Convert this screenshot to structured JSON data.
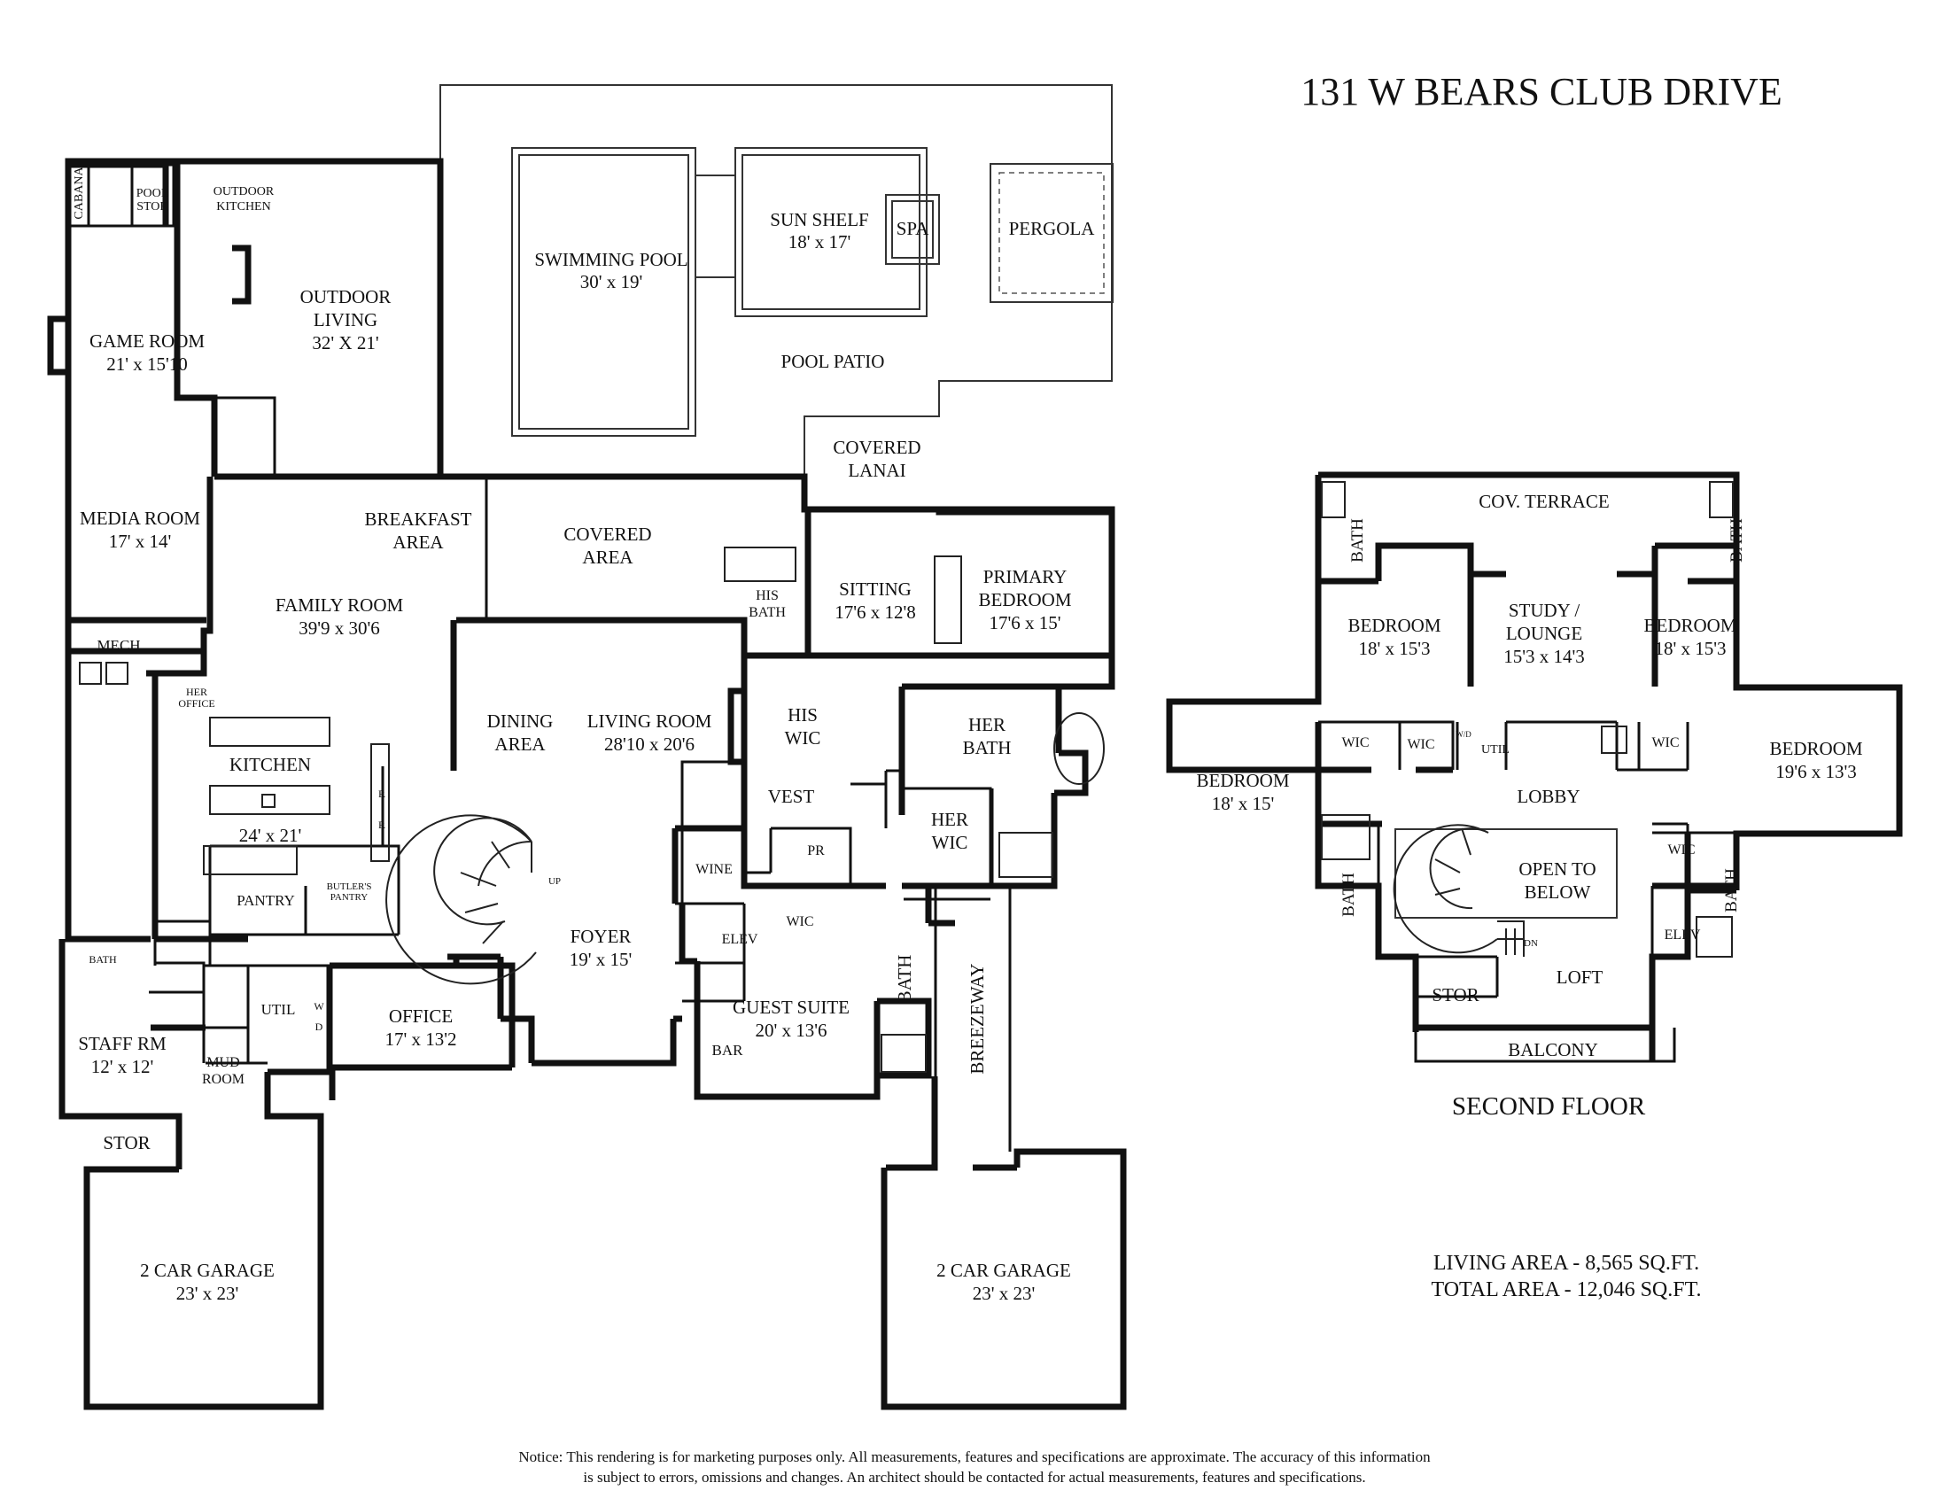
{
  "title": "131 W BEARS CLUB DRIVE",
  "second_floor_label": "SECOND FLOOR",
  "areas": {
    "living": "LIVING AREA - 8,565 SQ.FT.",
    "total": "TOTAL AREA - 12,046 SQ.FT."
  },
  "notice": {
    "line1": "Notice: This rendering is for marketing purposes only. All measurements, features and specifications are approximate. The accuracy of this information",
    "line2": "is subject to errors, omissions and changes. An architect should be contacted for actual measurements, features and specifications."
  },
  "first_floor": {
    "cabana": "CABANA",
    "pool_stor": [
      "POOL",
      "STOR"
    ],
    "outdoor_kitchen": [
      "OUTDOOR",
      "KITCHEN"
    ],
    "outdoor_living": {
      "name": [
        "OUTDOOR",
        "LIVING"
      ],
      "dims": "32' X 21'"
    },
    "swimming_pool": {
      "name": "SWIMMING POOL",
      "dims": "30' x 19'"
    },
    "sun_shelf": {
      "name": "SUN SHELF",
      "dims": "18' x 17'"
    },
    "spa": "SPA",
    "pergola": "PERGOLA",
    "pool_patio": "POOL PATIO",
    "game_room": {
      "name": "GAME ROOM",
      "dims": "21' x 15'10"
    },
    "media_room": {
      "name": "MEDIA ROOM",
      "dims": "17' x 14'"
    },
    "mech": "MECH",
    "covered_lanai": [
      "COVERED",
      "LANAI"
    ],
    "breakfast_area": [
      "BREAKFAST",
      "AREA"
    ],
    "covered_area": [
      "COVERED",
      "AREA"
    ],
    "family_room": {
      "name": "FAMILY ROOM",
      "dims": "39'9 x 30'6"
    },
    "her_office": [
      "HER",
      "OFFICE"
    ],
    "kitchen": {
      "name": "KITCHEN",
      "dims": "24' x 21'"
    },
    "refrigerator": "R",
    "pantry": "PANTRY",
    "butlers_pantry": [
      "BUTLER'S",
      "PANTRY"
    ],
    "dining_area": [
      "DINING",
      "AREA"
    ],
    "living_room": {
      "name": "LIVING ROOM",
      "dims": "28'10  x 20'6"
    },
    "his_bath": [
      "HIS",
      "BATH"
    ],
    "sitting": {
      "name": "SITTING",
      "dims": "17'6 x 12'8"
    },
    "primary_bedroom": {
      "name": [
        "PRIMARY",
        "BEDROOM"
      ],
      "dims": "17'6 x 15'"
    },
    "his_wic": [
      "HIS",
      "WIC"
    ],
    "her_bath": [
      "HER",
      "BATH"
    ],
    "her_wic": [
      "HER",
      "WIC"
    ],
    "vest": "VEST",
    "wine": "WINE",
    "pr": "PR",
    "wic": "WIC",
    "elev": "ELEV",
    "up": "UP",
    "foyer": {
      "name": "FOYER",
      "dims": "19' x 15'"
    },
    "bath": "BATH",
    "staff_rm": {
      "name": "STAFF RM",
      "dims": "12' x 12'"
    },
    "mud_room": [
      "MUD",
      "ROOM"
    ],
    "util": "UTIL",
    "wd": [
      "W",
      "D"
    ],
    "office": {
      "name": "OFFICE",
      "dims": "17' x 13'2"
    },
    "guest_suite": {
      "name": "GUEST SUITE",
      "dims": "20' x 13'6"
    },
    "bar": "BAR",
    "breezeway": "BREEZEWAY",
    "stor": "STOR",
    "garage_left": {
      "name": "2 CAR GARAGE",
      "dims": "23' x 23'"
    },
    "garage_right": {
      "name": "2 CAR GARAGE",
      "dims": "23' x 23'"
    }
  },
  "second_floor": {
    "cov_terrace": "COV. TERRACE",
    "bath": "BATH",
    "bedroom_nw": {
      "name": "BEDROOM",
      "dims": "18' x 15'3"
    },
    "study_lounge": {
      "name": [
        "STUDY /",
        "LOUNGE"
      ],
      "dims": "15'3 x 14'3"
    },
    "bedroom_ne": {
      "name": "BEDROOM",
      "dims": "18' x 15'3"
    },
    "bedroom_w": {
      "name": "BEDROOM",
      "dims": "18' x 15'"
    },
    "bedroom_e": {
      "name": "BEDROOM",
      "dims": "19'6 x 13'3"
    },
    "wic": "WIC",
    "wd": "W/D",
    "util": "UTIL",
    "lobby": "LOBBY",
    "open_to_below": [
      "OPEN TO",
      "BELOW"
    ],
    "dn": "DN",
    "elev": "ELEV",
    "stor": "STOR",
    "loft": "LOFT",
    "balcony": "BALCONY"
  }
}
